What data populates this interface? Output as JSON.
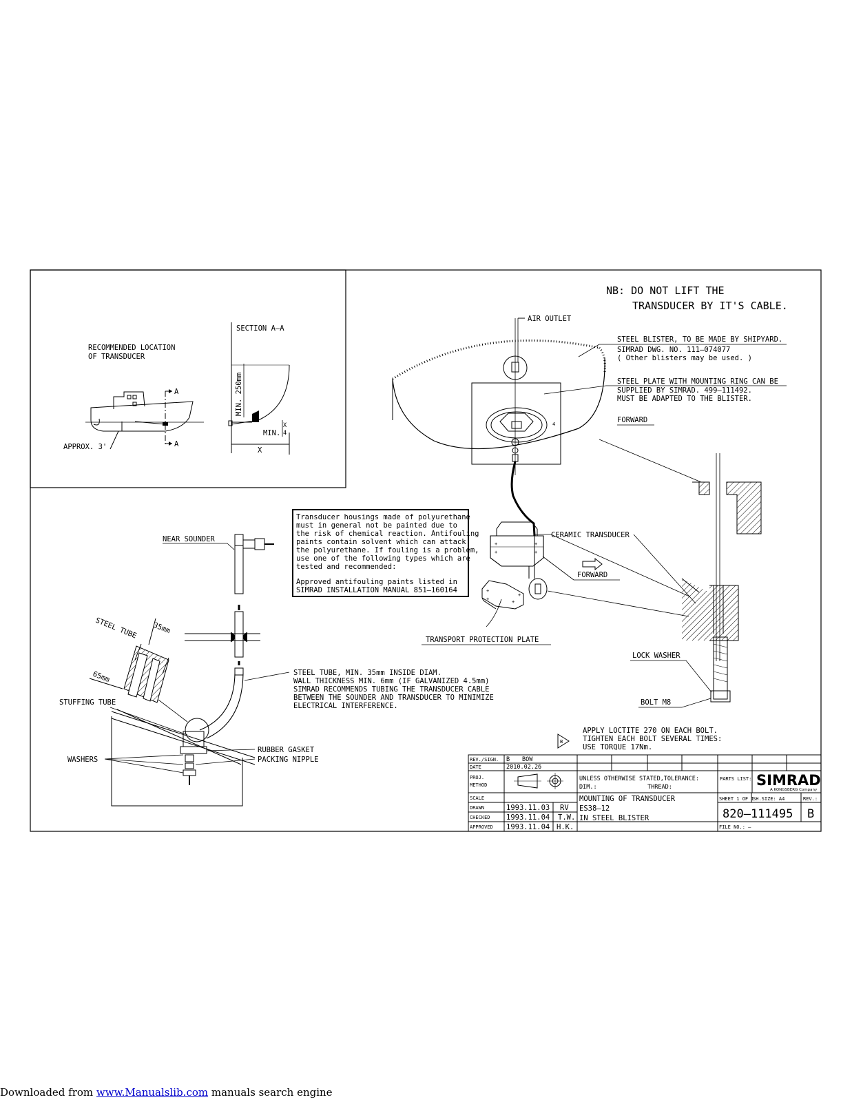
{
  "inset": {
    "title_line1": "RECOMMENDED LOCATION",
    "title_line2": "OF TRANSDUCER",
    "approx_label": "APPROX. 3'",
    "section_label": "SECTION A–A",
    "section_marker": "A",
    "min_250": "MIN. 250mm",
    "min_x4": "MIN.",
    "x4_top": "X",
    "x4_bottom": "4",
    "x_label": "X"
  },
  "notes": {
    "nb_line1": "NB: DO NOT LIFT THE",
    "nb_line2": "TRANSDUCER BY IT'S CABLE.",
    "air_outlet": "AIR OUTLET",
    "steel_blister": "STEEL BLISTER, TO BE MADE BY SHIPYARD.",
    "simrad_dwg": "SIMRAD DWG. NO. 111–074077",
    "other_blisters": "( Other blisters may be used. )",
    "steel_plate": "STEEL PLATE WITH MOUNTING RING CAN BE",
    "supplied_by": "SUPPLIED BY SIMRAD. 499–111492.",
    "must_adapt": "MUST BE ADAPTED TO THE BLISTER.",
    "forward_top": "FORWARD",
    "ring_number": "4",
    "ceramic": "CERAMIC TRANSDUCER",
    "forward_mid": "FORWARD",
    "transport_plate": "TRANSPORT PROTECTION PLATE",
    "lock_washer": "LOCK WASHER",
    "bolt": "BOLT M8",
    "near_sounder": "NEAR SOUNDER",
    "steel_tube_small": "STEEL TUBE",
    "dim_35": "35mm",
    "dim_65": "65mm",
    "stuffing_tube": "STUFFING TUBE",
    "washers": "WASHERS",
    "rubber_gasket": "RUBBER GASKET",
    "packing_nipple": "PACKING NIPPLE",
    "steel_tube_note": [
      "STEEL TUBE, MIN. 35mm INSIDE DIAM.",
      "WALL THICKNESS MIN. 6mm (IF GALVANIZED 4.5mm)",
      "SIMRAD RECOMMENDS TUBING THE TRANSDUCER CABLE",
      "BETWEEN THE SOUNDER AND TRANSDUCER TO MINIMIZE",
      "ELECTRICAL INTERFERENCE."
    ],
    "loctite_marker": "B",
    "loctite": [
      "APPLY LOCTITE 270 ON EACH BOLT.",
      "TIGHTEN EACH BOLT SEVERAL TIMES:",
      "USE TORQUE 17Nm."
    ]
  },
  "paint_box": {
    "lines": [
      "Transducer housings made of polyurethane",
      "must in general not be painted due to",
      "the risk of chemical reaction. Antifouling",
      "paints contain solvent which can attack",
      "the polyurethane. If fouling is a problem,",
      "use one of the following types which are",
      "tested and recommended:"
    ],
    "approved_line1": "Approved antifouling paints listed in",
    "approved_line2": "SIMRAD INSTALLATION MANUAL 851–160164"
  },
  "title_block": {
    "rev_sign": "REV./SIGN.",
    "rev_value": "B",
    "rev_sign_value": "BOW",
    "date_label": "DATE",
    "date_value": "2010.02.26",
    "proj_label_1": "PROJ.",
    "proj_label_2": "METHOD",
    "scale_label": "SCALE",
    "drawn_label": "DRAWN",
    "drawn_date": "1993.11.03",
    "drawn_by": "RV",
    "checked_label": "CHECKED",
    "checked_date": "1993.11.04",
    "checked_by": "T.W.",
    "approved_label": "APPROVED",
    "approved_date": "1993.11.04",
    "approved_by": "H.K.",
    "tolerance_1": "UNLESS OTHERWISE STATED,TOLERANCE:",
    "tolerance_dim": "DIM.:",
    "tolerance_thread": "THREAD:",
    "parts_list": "PARTS LIST:",
    "company": "SIMRAD",
    "company_sub": "A KONGSBERG Company",
    "title_1": "MOUNTING OF TRANSDUCER",
    "title_2": "ES38–12",
    "title_3": "IN STEEL BLISTER",
    "sheet": "SHEET 1 OF 1",
    "sheet_size": "SH.SIZE: A4",
    "rev_label": "REV.:",
    "drawing_no": "820–111495",
    "rev_letter": "B",
    "file_no": "FILE NO.: –"
  },
  "footer": {
    "prefix": "Downloaded from ",
    "link": "www.Manualslib.com",
    "suffix": " manuals search engine"
  }
}
